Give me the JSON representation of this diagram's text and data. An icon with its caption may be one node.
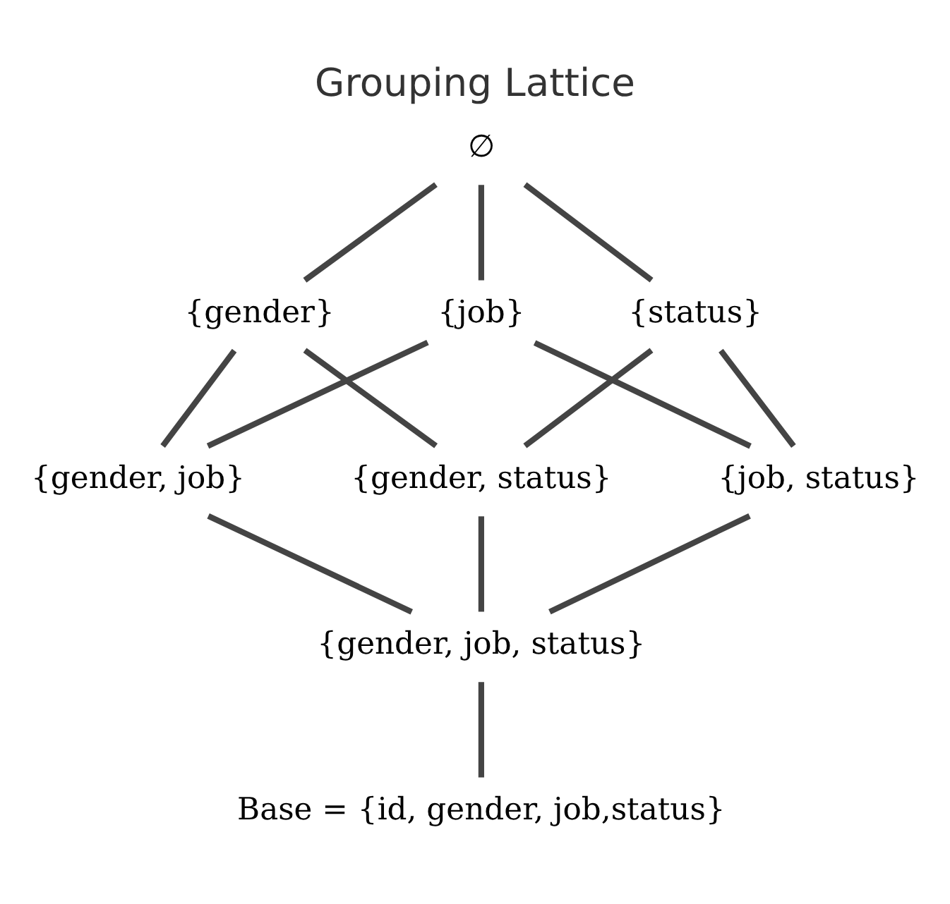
{
  "diagram": {
    "title": "Grouping Lattice",
    "nodes": [
      {
        "text": [
          "∅"
        ]
      },
      {
        "text": [
          "{gender}"
        ]
      },
      {
        "text": [
          "{job}"
        ]
      },
      {
        "text": [
          "{status}"
        ]
      },
      {
        "text": [
          "{gender, job}"
        ]
      },
      {
        "text": [
          "{gender, status}"
        ]
      },
      {
        "text": [
          "{job, status}"
        ]
      },
      {
        "text": [
          "{gender, job, status}"
        ]
      },
      {
        "text": [
          "Base = {id, gender, job,status}"
        ]
      }
    ],
    "edges": [
      {
        "from": 0,
        "to": 1,
        "arrow": "none"
      },
      {
        "from": 0,
        "to": 2,
        "arrow": "none"
      },
      {
        "from": 0,
        "to": 3,
        "arrow": "none"
      },
      {
        "from": 1,
        "to": 4,
        "arrow": "none"
      },
      {
        "from": 1,
        "to": 5,
        "arrow": "none"
      },
      {
        "from": 2,
        "to": 4,
        "arrow": "none"
      },
      {
        "from": 2,
        "to": 6,
        "arrow": "none"
      },
      {
        "from": 3,
        "to": 5,
        "arrow": "none"
      },
      {
        "from": 3,
        "to": 6,
        "arrow": "none"
      },
      {
        "from": 4,
        "to": 7,
        "arrow": "none"
      },
      {
        "from": 5,
        "to": 7,
        "arrow": "none"
      },
      {
        "from": 6,
        "to": 7,
        "arrow": "none"
      },
      {
        "from": 7,
        "to": 8,
        "arrow": "none"
      }
    ]
  }
}
